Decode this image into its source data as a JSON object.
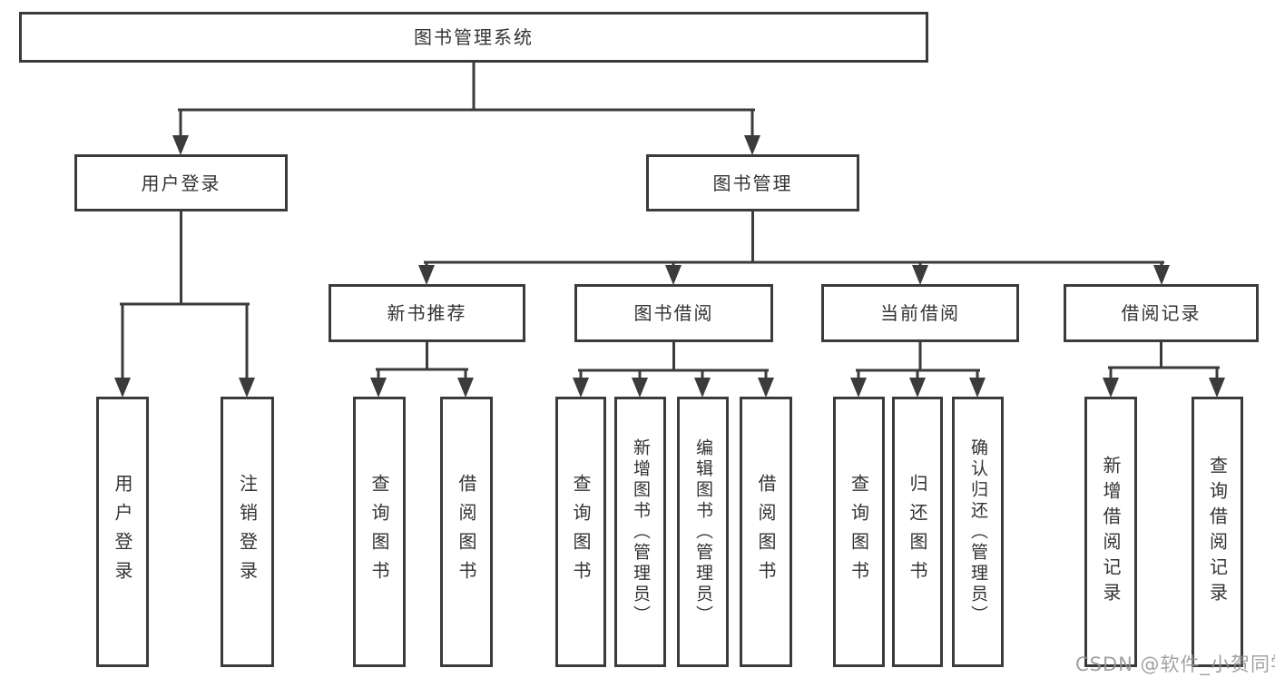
{
  "root_label": "图书管理系统",
  "level2": [
    "用户登录",
    "图书管理"
  ],
  "level3": [
    "新书推荐",
    "图书借阅",
    "当前借阅",
    "借阅记录"
  ],
  "leaves": {
    "user_login": [
      "用户登录",
      "注销登录"
    ],
    "new_book_recommend": [
      "查询图书",
      "借阅图书"
    ],
    "book_borrow": [
      "查询图书",
      "新增图书（管理员）",
      "编辑图书（管理员）",
      "借阅图书"
    ],
    "current_borrow": [
      "查询图书",
      "归还图书",
      "确认归还（管理员）"
    ],
    "borrow_records": [
      "新增借阅记录",
      "查询借阅记录"
    ]
  },
  "watermark": "CSDN @软件_小贺同学",
  "colors": {
    "line": "#3b3b3b",
    "text": "#333333",
    "background": "#ffffff",
    "watermark": "#949494"
  }
}
